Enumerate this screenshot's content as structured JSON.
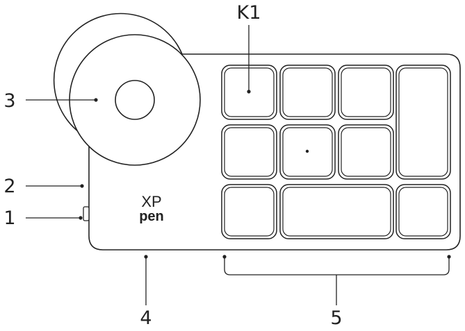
{
  "callouts": {
    "k1": "K1",
    "c1": "1",
    "c2": "2",
    "c3": "3",
    "c4": "4",
    "c5": "5"
  },
  "logo": {
    "top": "XP",
    "bottom": "pen"
  },
  "keys": [
    {
      "id": "k1",
      "row": 1,
      "col": 1
    },
    {
      "id": "k2",
      "row": 1,
      "col": 2
    },
    {
      "id": "k3",
      "row": 1,
      "col": 3
    },
    {
      "id": "k4",
      "row": "1-2",
      "col": 4
    },
    {
      "id": "k5",
      "row": 2,
      "col": 1
    },
    {
      "id": "k6",
      "row": 2,
      "col": 2
    },
    {
      "id": "k7",
      "row": 2,
      "col": 3
    },
    {
      "id": "k8",
      "row": 3,
      "col": 1
    },
    {
      "id": "k9",
      "row": 3,
      "col": "2-3"
    },
    {
      "id": "k10",
      "row": 3,
      "col": 4
    }
  ]
}
